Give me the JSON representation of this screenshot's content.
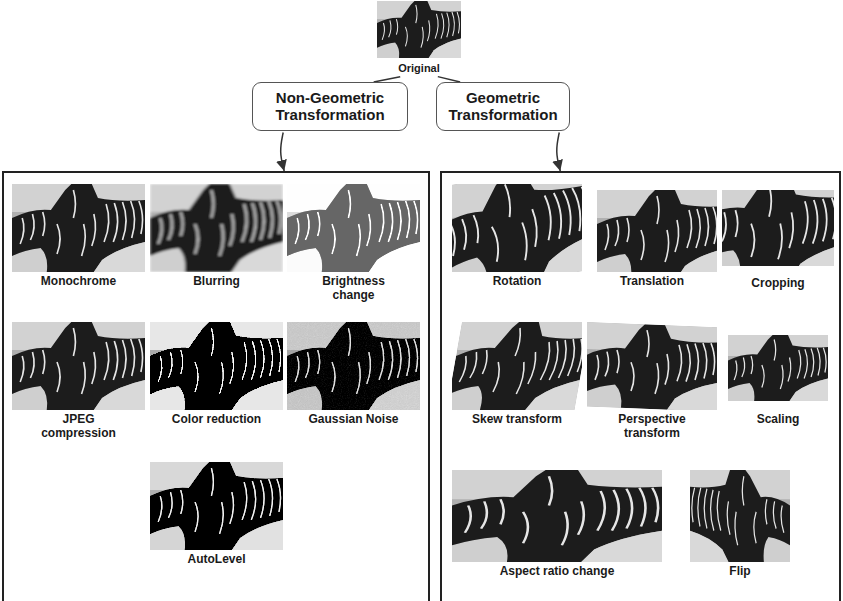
{
  "diagram": {
    "nodes": [
      {
        "text": [
          "Original"
        ]
      },
      {
        "text": [
          "Non-Geometric Transformation"
        ]
      },
      {
        "text": [
          "Geometric Transformation"
        ]
      },
      {
        "text": []
      },
      {
        "text": []
      },
      {
        "text": [
          "Monochrome"
        ],
        "in": 3
      },
      {
        "text": [
          "Blurring"
        ],
        "in": 3
      },
      {
        "text": [
          "Brightness change"
        ],
        "in": 3
      },
      {
        "text": [
          "JPEG compression"
        ],
        "in": 3
      },
      {
        "text": [
          "Color reduction"
        ],
        "in": 3
      },
      {
        "text": [
          "Gaussian Noise"
        ],
        "in": 3
      },
      {
        "text": [
          "AutoLevel"
        ],
        "in": 3
      },
      {
        "text": [
          "Rotation"
        ],
        "in": 4
      },
      {
        "text": [
          "Translation"
        ],
        "in": 4
      },
      {
        "text": [
          "Cropping"
        ],
        "in": 4
      },
      {
        "text": [
          "Skew transform"
        ],
        "in": 4
      },
      {
        "text": [
          "Perspective transform"
        ],
        "in": 4
      },
      {
        "text": [
          "Scaling"
        ],
        "in": 4
      },
      {
        "text": [
          "Aspect ratio change"
        ],
        "in": 4
      },
      {
        "text": [
          "Flip"
        ],
        "in": 4
      }
    ],
    "edges": [
      {
        "from": 0,
        "to": 1,
        "arrow": "none"
      },
      {
        "from": 0,
        "to": 2,
        "arrow": "none"
      },
      {
        "from": 1,
        "to": 3,
        "arrow": "to"
      },
      {
        "from": 2,
        "to": 4,
        "arrow": "to"
      }
    ]
  }
}
